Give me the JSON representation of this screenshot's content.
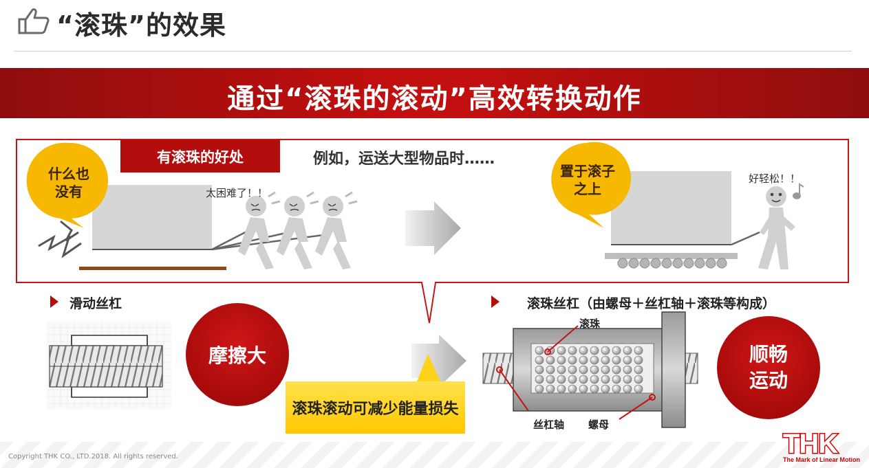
{
  "header": {
    "title": "“滚珠”的效果",
    "icon": "thumbs-up-icon"
  },
  "banner": {
    "text": "通过“滚珠的滚动”高效转换动作"
  },
  "top_panel": {
    "tag": "有滚珠的好处",
    "subtitle": "例如，运送大型物品时……",
    "left_bubble": [
      "什么也",
      "没有"
    ],
    "left_speech": "太困难了！！",
    "right_bubble": [
      "置于滚子",
      "之上"
    ],
    "right_speech": "好轻松！！"
  },
  "left_section": {
    "heading": "滑动丝杠",
    "circle": "摩擦大"
  },
  "right_section": {
    "heading": "滚珠丝杠（由螺母＋丝杠轴＋滚珠等构成）",
    "label_ball": "滚珠",
    "label_shaft": "丝杠轴",
    "label_nut": "螺母",
    "circle": [
      "顺畅",
      "运动"
    ]
  },
  "callout": {
    "text": "滚珠滚动可减少能量损失"
  },
  "footer": {
    "copyright": "Copyright THK CO., LTD.2018. All rights reserved.",
    "logo": "THK",
    "logo_tag": "The Mark of Linear Motion"
  },
  "colors": {
    "accent_red": "#b30d0d",
    "bubble_yellow": "#f6b800",
    "callout_yellow": "#ffd21a"
  }
}
